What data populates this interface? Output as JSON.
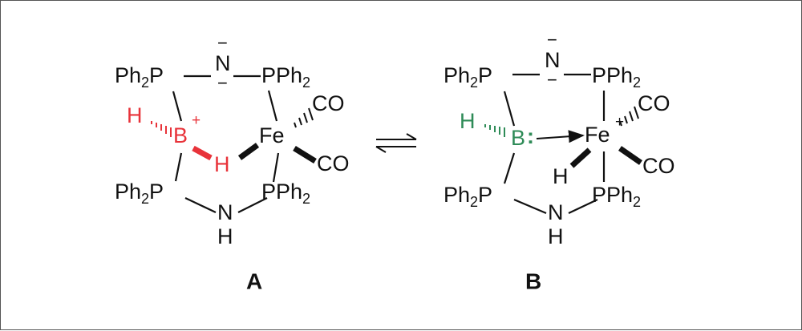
{
  "colors": {
    "text": "#111111",
    "borane_A": "#e8333a",
    "borane_B": "#2e8b57",
    "frame": "#555555"
  },
  "structure_A": {
    "label": "A",
    "ph2p_top_left": {
      "main": "Ph",
      "sub": "2",
      "tail": "P"
    },
    "pph2_top_right": {
      "main": "PPh",
      "sub": "2"
    },
    "ph2p_bottom_left": {
      "main": "Ph",
      "sub": "2",
      "tail": "P"
    },
    "pph2_bottom_right": {
      "main": "PPh",
      "sub": "2"
    },
    "amide_n": "N",
    "amide_charge": "−",
    "amine_n": "N",
    "amine_h": "H",
    "boron": "B",
    "boron_charge": "+",
    "boron_h": "H",
    "bridging_h": "H",
    "iron": "Fe",
    "co_upper": "CO",
    "co_lower": "CO"
  },
  "equilibrium_symbol": "⇌",
  "structure_B": {
    "label": "B",
    "ph2p_top_left": {
      "main": "Ph",
      "sub": "2",
      "tail": "P"
    },
    "pph2_top_right": {
      "main": "PPh",
      "sub": "2"
    },
    "ph2p_bottom_left": {
      "main": "Ph",
      "sub": "2",
      "tail": "P"
    },
    "pph2_bottom_right": {
      "main": "PPh",
      "sub": "2"
    },
    "amide_n": "N",
    "amide_charge": "−",
    "amine_n": "N",
    "amine_h": "H",
    "boron": "B",
    "lone_pair": ":",
    "boron_h": "H",
    "iron": "Fe",
    "iron_charge": "+",
    "hydride_h": "H",
    "co_upper": "CO",
    "co_lower": "CO"
  }
}
